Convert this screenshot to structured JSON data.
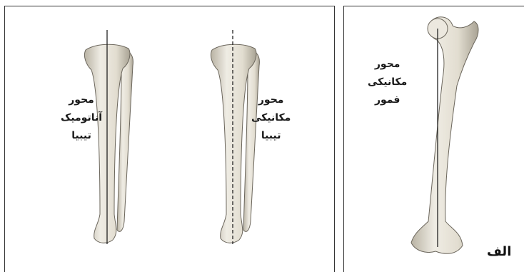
{
  "labels": {
    "tibia_anatomic": {
      "line1": "محور",
      "line2": "آناتومیک",
      "line3": "تیبیا"
    },
    "tibia_mechanical": {
      "line1": "محور",
      "line2": "مکانیکی",
      "line3": "تیبیا"
    },
    "femur_mechanical": {
      "line1": "محور",
      "line2": "مکانیکی",
      "line3": "فمور"
    },
    "panel_letter": "الف"
  },
  "colors": {
    "bone": "#e7e3d8",
    "bone_shadow": "#bdb7a8",
    "outline": "#555555",
    "axis_line": "#222222"
  }
}
